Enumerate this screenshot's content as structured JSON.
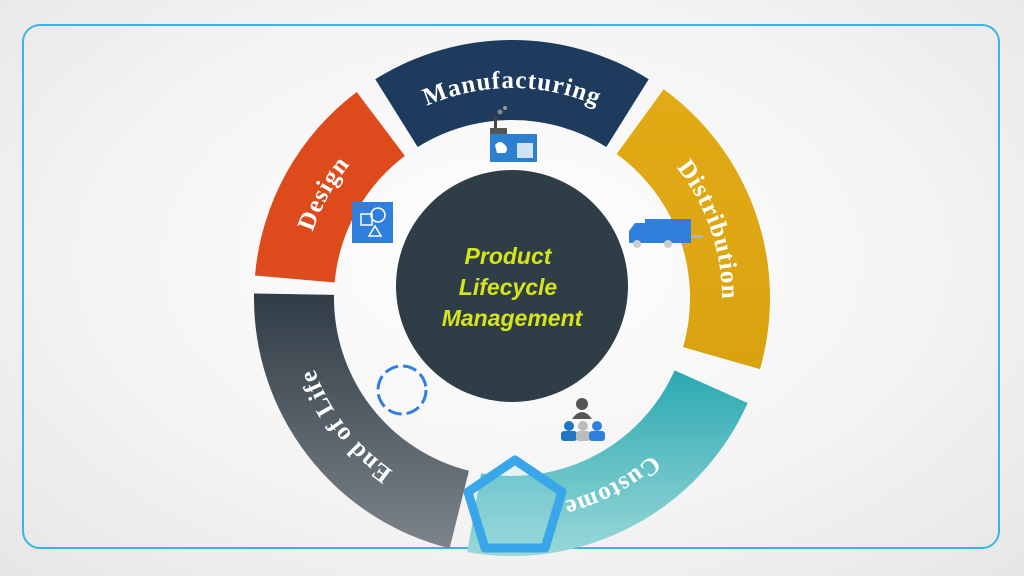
{
  "diagram": {
    "center_title_lines": [
      "Product",
      "Lifecycle",
      "Management"
    ],
    "center_color": "#2f3d47",
    "text_color": "#d6e41a",
    "frame_color": "#3bb4e5",
    "stages": [
      {
        "label": "Manufacturing",
        "color": "#1e3a5c",
        "color2": "#1e3a5c",
        "icon": "factory-icon",
        "start": 328,
        "end": 32
      },
      {
        "label": "Distribution",
        "color": "#e2ab16",
        "color2": "#d9a20f",
        "icon": "delivery-truck-icon",
        "start": 36,
        "end": 106
      },
      {
        "label": "Custome",
        "color": "#2aa9b1",
        "color2": "#9ad8d8",
        "icon": "people-hierarchy-icon",
        "start": 114,
        "end": 190
      },
      {
        "label": "End of Life",
        "color": "#2f3b45",
        "color2": "#7d848a",
        "icon": "cycle-icon",
        "start": 194,
        "end": 271
      },
      {
        "label": "Design",
        "color": "#dd4a1c",
        "color2": "#dd4a1c",
        "icon": "design-shapes-icon",
        "start": 275,
        "end": 323
      }
    ]
  }
}
